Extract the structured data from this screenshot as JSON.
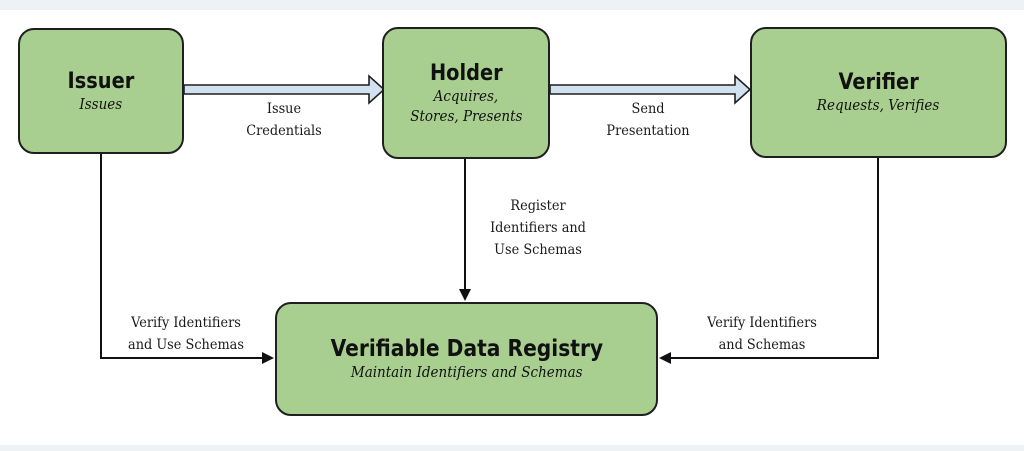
{
  "colors": {
    "box_fill": "#a8cf8f",
    "box_border": "#1f1f1f",
    "flow_arrow_fill": "#d2e1ef",
    "line": "#111111"
  },
  "nodes": {
    "issuer": {
      "title": "Issuer",
      "subtitle_lines": [
        "Issues"
      ]
    },
    "holder": {
      "title": "Holder",
      "subtitle_lines": [
        "Acquires,",
        "Stores, Presents"
      ]
    },
    "verifier": {
      "title": "Verifier",
      "subtitle_lines": [
        "Requests, Verifies"
      ]
    },
    "registry": {
      "title": "Verifiable Data Registry",
      "subtitle_lines": [
        "Maintain Identifiers and Schemas"
      ]
    }
  },
  "edges": {
    "issue_credentials": {
      "lines": [
        "Issue",
        "Credentials"
      ]
    },
    "send_presentation": {
      "lines": [
        "Send",
        "Presentation"
      ]
    },
    "register_identifiers": {
      "lines": [
        "Register",
        "Identifiers and",
        "Use Schemas"
      ]
    },
    "issuer_verify": {
      "lines": [
        "Verify Identifiers",
        "and Use Schemas"
      ]
    },
    "verifier_verify": {
      "lines": [
        "Verify Identifiers",
        "and Schemas"
      ]
    }
  }
}
